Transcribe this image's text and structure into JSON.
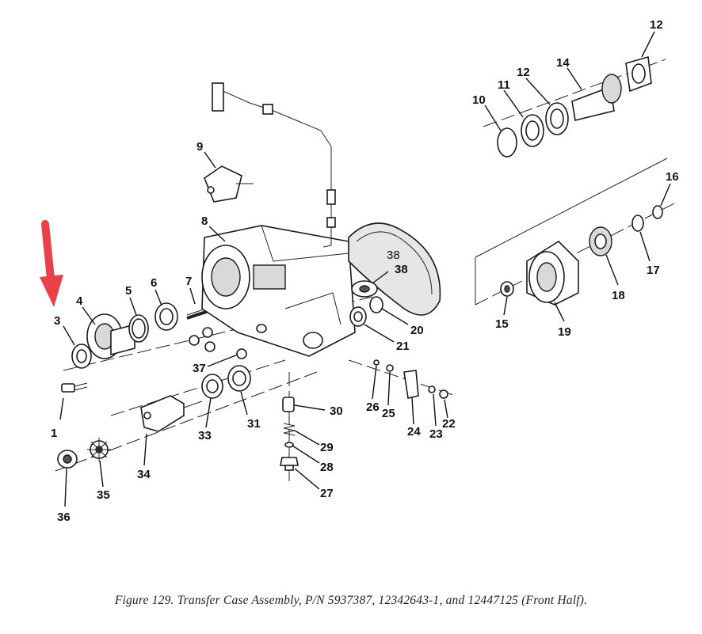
{
  "figure": {
    "caption": "Figure 129.  Transfer Case Assembly, P/N 5937387, 12342643-1, and 12447125 (Front Half).",
    "callouts": [
      "1",
      "3",
      "4",
      "5",
      "6",
      "7",
      "8",
      "9",
      "10",
      "11",
      "12",
      "12",
      "14",
      "15",
      "16",
      "17",
      "18",
      "19",
      "20",
      "21",
      "22",
      "23",
      "24",
      "25",
      "26",
      "27",
      "28",
      "29",
      "30",
      "31",
      "33",
      "34",
      "35",
      "36",
      "37",
      "38",
      "38"
    ],
    "highlight_arrow_color": "#e8414a",
    "highlight_arrow_target": "3"
  }
}
